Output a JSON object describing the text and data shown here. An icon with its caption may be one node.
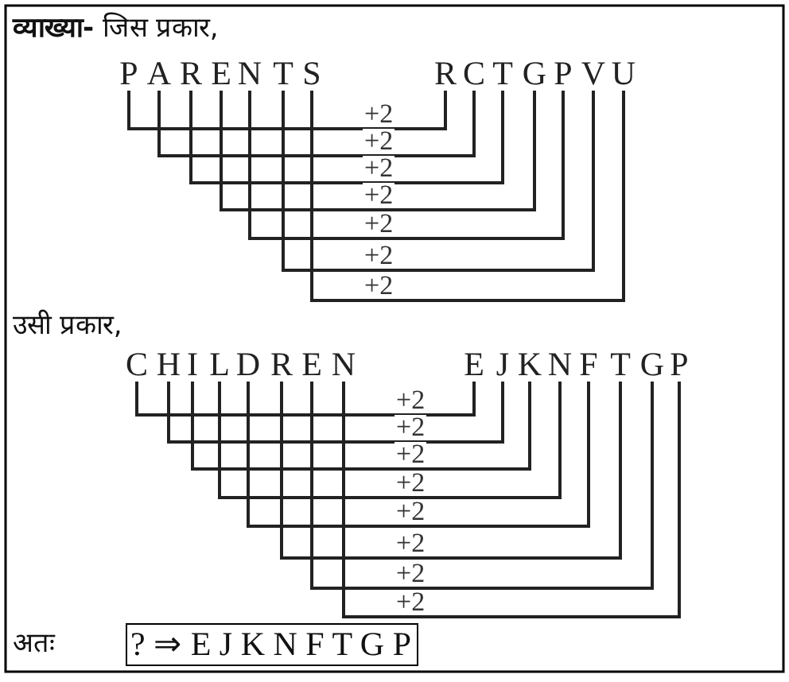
{
  "diagram": {
    "nodes": [
      {
        "text": [
          "P"
        ]
      },
      {
        "text": [
          "A"
        ]
      },
      {
        "text": [
          "R"
        ]
      },
      {
        "text": [
          "E"
        ]
      },
      {
        "text": [
          "N"
        ]
      },
      {
        "text": [
          "T"
        ]
      },
      {
        "text": [
          "S"
        ]
      },
      {
        "text": [
          "R"
        ]
      },
      {
        "text": [
          "C"
        ]
      },
      {
        "text": [
          "T"
        ]
      },
      {
        "text": [
          "G"
        ]
      },
      {
        "text": [
          "P"
        ]
      },
      {
        "text": [
          "V"
        ]
      },
      {
        "text": [
          "U"
        ]
      },
      {
        "text": [
          "C"
        ]
      },
      {
        "text": [
          "H"
        ]
      },
      {
        "text": [
          "I"
        ]
      },
      {
        "text": [
          "L"
        ]
      },
      {
        "text": [
          "D"
        ]
      },
      {
        "text": [
          "R"
        ]
      },
      {
        "text": [
          "E"
        ]
      },
      {
        "text": [
          "N"
        ]
      },
      {
        "text": [
          "E"
        ]
      },
      {
        "text": [
          "J"
        ]
      },
      {
        "text": [
          "K"
        ]
      },
      {
        "text": [
          "N"
        ]
      },
      {
        "text": [
          "F"
        ]
      },
      {
        "text": [
          "T"
        ]
      },
      {
        "text": [
          "G"
        ]
      },
      {
        "text": [
          "P"
        ]
      },
      {
        "text": [
          "? ⇒ E J K N F T G P"
        ]
      }
    ],
    "edges": [
      {
        "from": 0,
        "to": 7,
        "arrow": "none",
        "label": "+2"
      },
      {
        "from": 1,
        "to": 8,
        "arrow": "none",
        "label": "+2"
      },
      {
        "from": 2,
        "to": 9,
        "arrow": "none",
        "label": "+2"
      },
      {
        "from": 3,
        "to": 10,
        "arrow": "none",
        "label": "+2"
      },
      {
        "from": 4,
        "to": 11,
        "arrow": "none",
        "label": "+2"
      },
      {
        "from": 5,
        "to": 12,
        "arrow": "none",
        "label": "+2"
      },
      {
        "from": 6,
        "to": 13,
        "arrow": "none",
        "label": "+2"
      },
      {
        "from": 14,
        "to": 22,
        "arrow": "none",
        "label": "+2"
      },
      {
        "from": 15,
        "to": 23,
        "arrow": "none",
        "label": "+2"
      },
      {
        "from": 16,
        "to": 24,
        "arrow": "none",
        "label": "+2"
      },
      {
        "from": 17,
        "to": 25,
        "arrow": "none",
        "label": "+2"
      },
      {
        "from": 18,
        "to": 26,
        "arrow": "none",
        "label": "+2"
      },
      {
        "from": 19,
        "to": 27,
        "arrow": "none",
        "label": "+2"
      },
      {
        "from": 20,
        "to": 28,
        "arrow": "none",
        "label": "+2"
      },
      {
        "from": 21,
        "to": 29,
        "arrow": "none",
        "label": "+2"
      }
    ],
    "labels": [
      "**व्याख्या-** जिस प्रकार,",
      "उसी प्रकार,",
      "अतः"
    ]
  }
}
